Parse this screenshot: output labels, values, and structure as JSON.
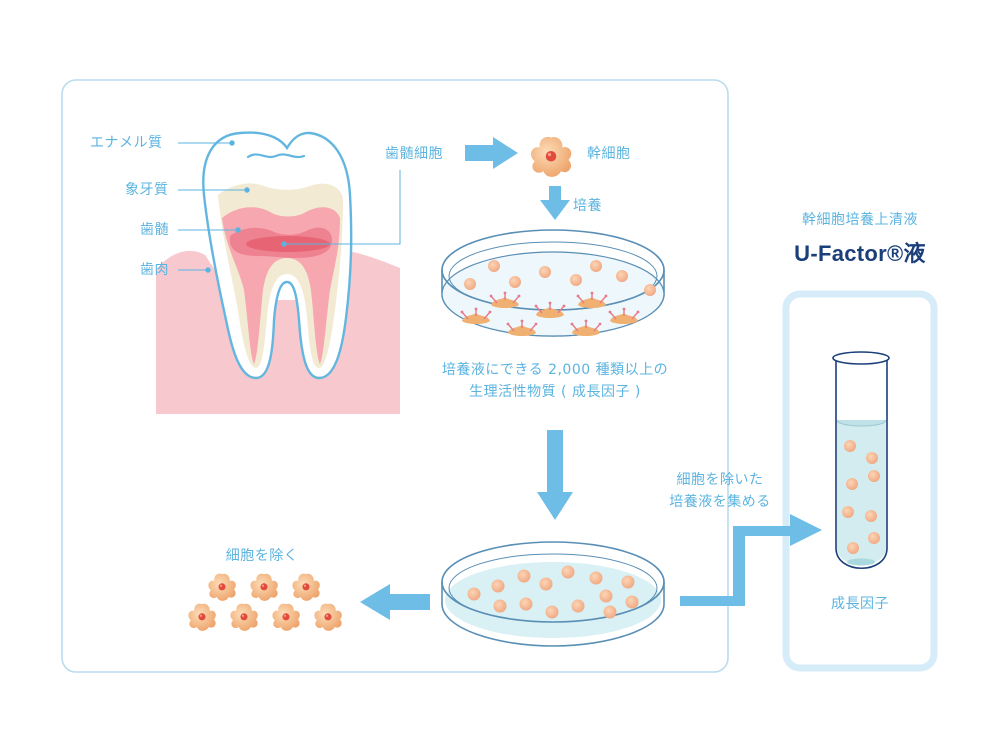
{
  "tooth": {
    "labels": {
      "enamel": "エナメル質",
      "dentin": "象牙質",
      "pulp": "歯髄",
      "gum": "歯肉"
    }
  },
  "flow": {
    "pulp_cells": "歯髄細胞",
    "stem_cells": "幹細胞",
    "culture": "培養",
    "culture_result_line1": "培養液にできる 2,000 種類以上の",
    "culture_result_line2": "生理活性物質 ( 成長因子 )",
    "remove_cells": "細胞を除く",
    "collect_line1": "細胞を除いた",
    "collect_line2": "培養液を集める"
  },
  "product": {
    "subtitle": "幹細胞培養上清液",
    "name": "U-Factor®液",
    "tube_label": "成長因子"
  },
  "colors": {
    "accent": "#5bb4e0",
    "arrow": "#6dbde6",
    "title": "#1b3f7a",
    "panel_border": "#b9dcef",
    "product_border": "#d6ecf8",
    "gum": "#f7c9cf",
    "pulp": "#f08e99",
    "dentin": "#f3ead3",
    "cell": "#f2b888",
    "cell_nucleus": "#e24a3b",
    "dish_liquid": "#d9f0f4"
  }
}
